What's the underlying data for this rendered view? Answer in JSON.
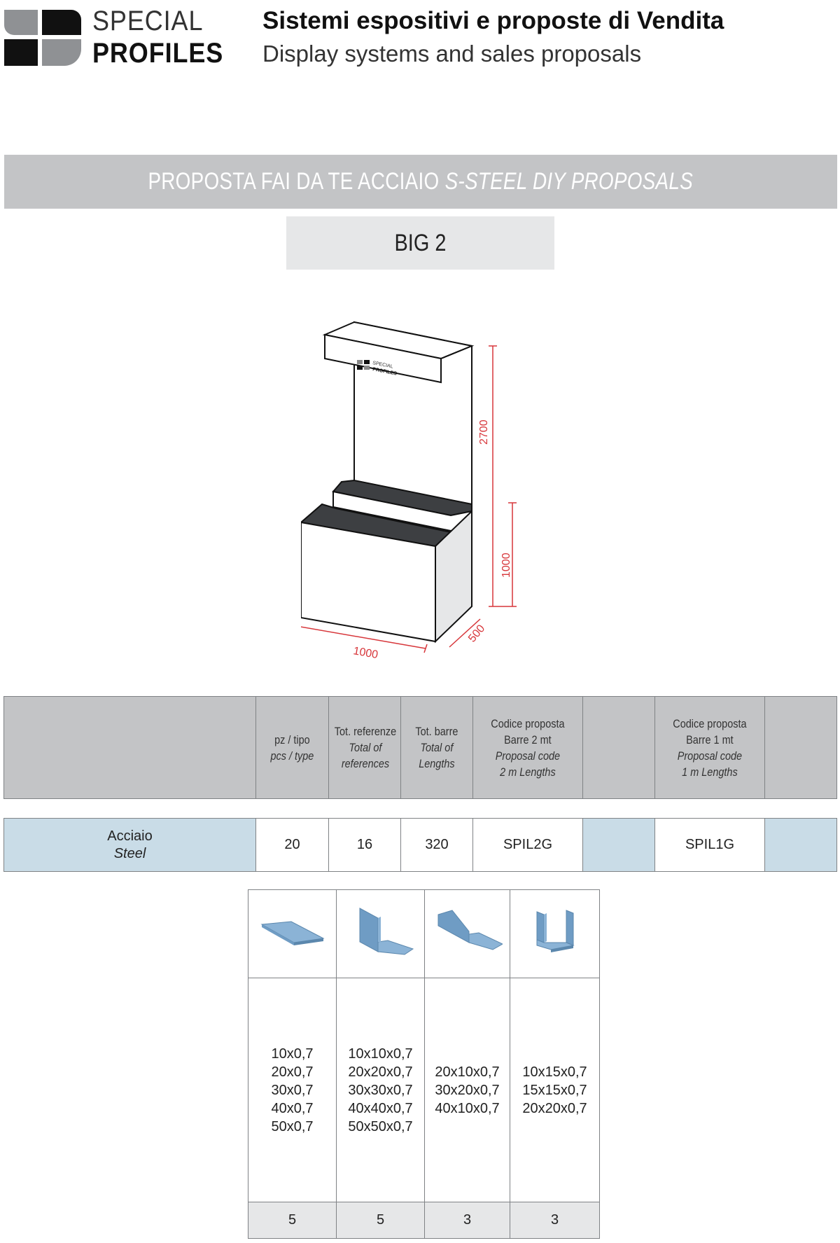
{
  "brand": {
    "line1": "SPECIAL",
    "line2": "PROFILES"
  },
  "header": {
    "title": "Sistemi espositivi e proposte di Vendita",
    "subtitle": "Display systems and sales proposals"
  },
  "banner": {
    "text": "PROPOSTA FAI DA TE ACCIAIO",
    "text_en": "S-STEEL DIY PROPOSALS"
  },
  "model": "BIG 2",
  "drawing": {
    "dim_height": "2700",
    "dim_counter": "1000",
    "dim_width": "1000",
    "dim_depth": "500",
    "sign_line1": "SPECIAL",
    "sign_line2": "PROFILES"
  },
  "table": {
    "headers": [
      {
        "it": "pz / tipo",
        "en": "pcs / type"
      },
      {
        "it": "Tot. referenze",
        "en1": "Total of",
        "en2": "references"
      },
      {
        "it": "Tot. barre",
        "en1": "Total of",
        "en2": "Lengths"
      },
      {
        "it1": "Codice proposta",
        "it2": "Barre 2 mt",
        "en1": "Proposal code",
        "en2": "2 m Lengths"
      },
      {
        "it1": "Codice proposta",
        "it2": "Barre 1 mt",
        "en1": "Proposal code",
        "en2": "1 m Lengths"
      }
    ],
    "row": {
      "material": "Acciaio",
      "material_en": "Steel",
      "pcs": "20",
      "references": "16",
      "lengths": "320",
      "code_2m": "SPIL2G",
      "code_1m": "SPIL1G"
    }
  },
  "profiles": [
    {
      "icon": "flat-bar-icon",
      "sizes": [
        "10x0,7",
        "20x0,7",
        "30x0,7",
        "40x0,7",
        "50x0,7"
      ],
      "count": "5"
    },
    {
      "icon": "equal-angle-icon",
      "sizes": [
        "10x10x0,7",
        "20x20x0,7",
        "30x30x0,7",
        "40x40x0,7",
        "50x50x0,7"
      ],
      "count": "5"
    },
    {
      "icon": "unequal-angle-icon",
      "sizes": [
        "20x10x0,7",
        "30x20x0,7",
        "40x10x0,7"
      ],
      "count": "3"
    },
    {
      "icon": "u-channel-icon",
      "sizes": [
        "10x15x0,7",
        "15x15x0,7",
        "20x20x0,7"
      ],
      "count": "3"
    }
  ],
  "colors": {
    "banner": "#c3c4c6",
    "light_gray": "#e6e7e8",
    "light_blue": "#c9dce7",
    "dimension_red": "#d7363a",
    "profile_blue": "#6f9cc4"
  }
}
